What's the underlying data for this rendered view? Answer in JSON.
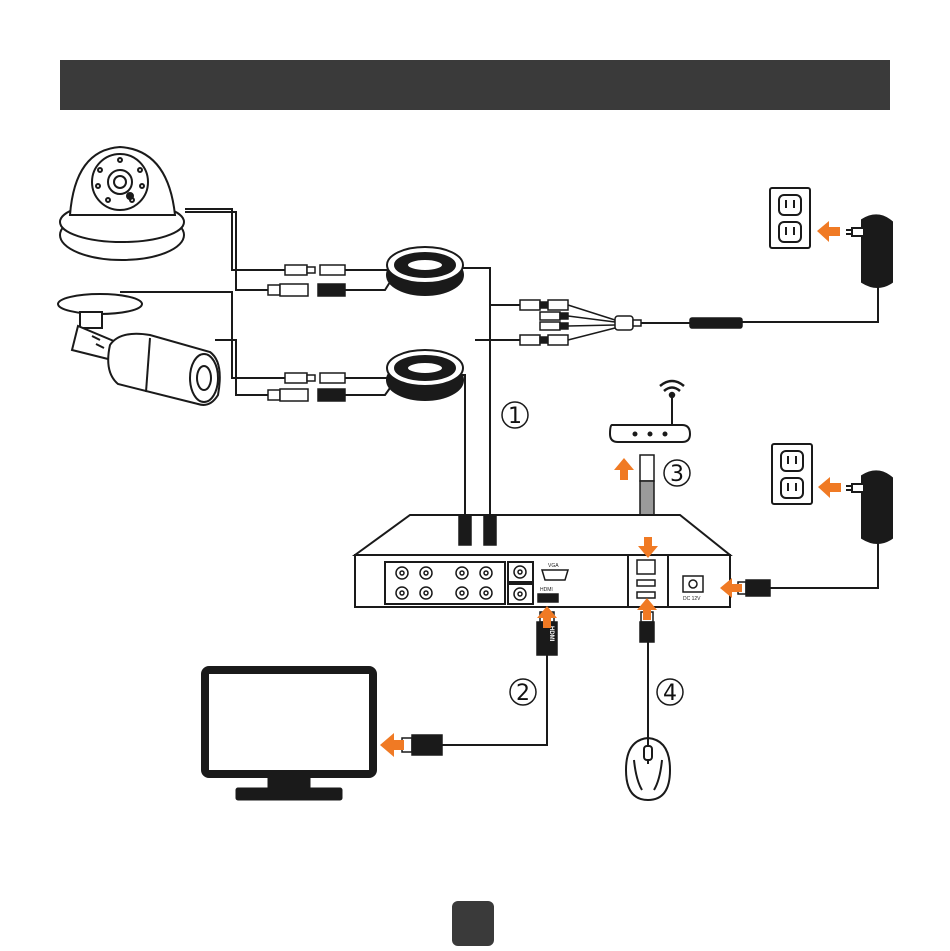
{
  "header_bar": {
    "color": "#3a3a3a"
  },
  "colors": {
    "accent": "#f07a24",
    "line": "#1a1a1a",
    "device": "#ffffff"
  },
  "steps": [
    {
      "number": "1"
    },
    {
      "number": "2"
    },
    {
      "number": "3"
    },
    {
      "number": "4"
    }
  ],
  "labels": {
    "hdmi_plug": "HDMI",
    "hdmi_port": "HDMI",
    "vga_port": "VGA",
    "dc_port": "DC 12V"
  },
  "page_tab": {
    "color": "#3a3a3a"
  }
}
